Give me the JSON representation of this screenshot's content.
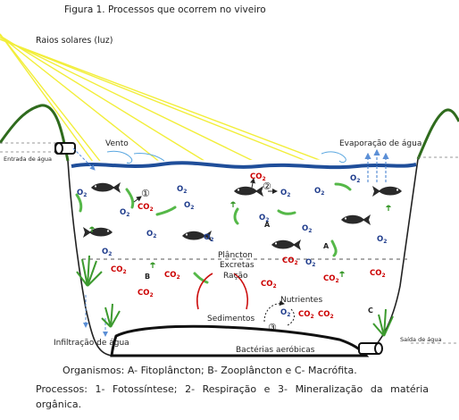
{
  "caption": {
    "title": "Figura 1. Processos que ocorrem no viveiro",
    "organisms": "Organismos: A- Fitoplâncton; B- Zooplâncton e C- Macrófita.",
    "processes_line1": "Processos: 1- Fotossíntese; 2- Respiração e 3- Mineralização da matéria",
    "processes_line2": "orgânica."
  },
  "labels": {
    "sun_rays": "Raios solares (luz)",
    "wind": "Vento",
    "evaporation": "Evaporação de água",
    "water_inlet": "Entrada de água",
    "water_outlet": "Saída de água",
    "infiltration": "Infiltração de água",
    "plankton": "Plâncton",
    "excreta": "Excretas",
    "feed": "Ração",
    "nutrients": "Nutrientes",
    "sediments": "Sedimentos",
    "aerobic_bacteria": "Bactérias aeróbicas"
  },
  "chem": {
    "o2": "O",
    "co2": "CO",
    "sub2": "2"
  },
  "markers": {
    "a": "A",
    "b": "B",
    "c": "C",
    "p1": "①",
    "p2": "②",
    "p3": "③"
  },
  "colors": {
    "sun": "#ffff66",
    "water_line": "#1f4e9a",
    "bank": "#2f6b1d",
    "o2_text": "#1f3c8c",
    "co2_text": "#cc0000",
    "fish": "#2a2a2a",
    "plant": "#3c9a2e",
    "arrow_red": "#cc1111"
  }
}
